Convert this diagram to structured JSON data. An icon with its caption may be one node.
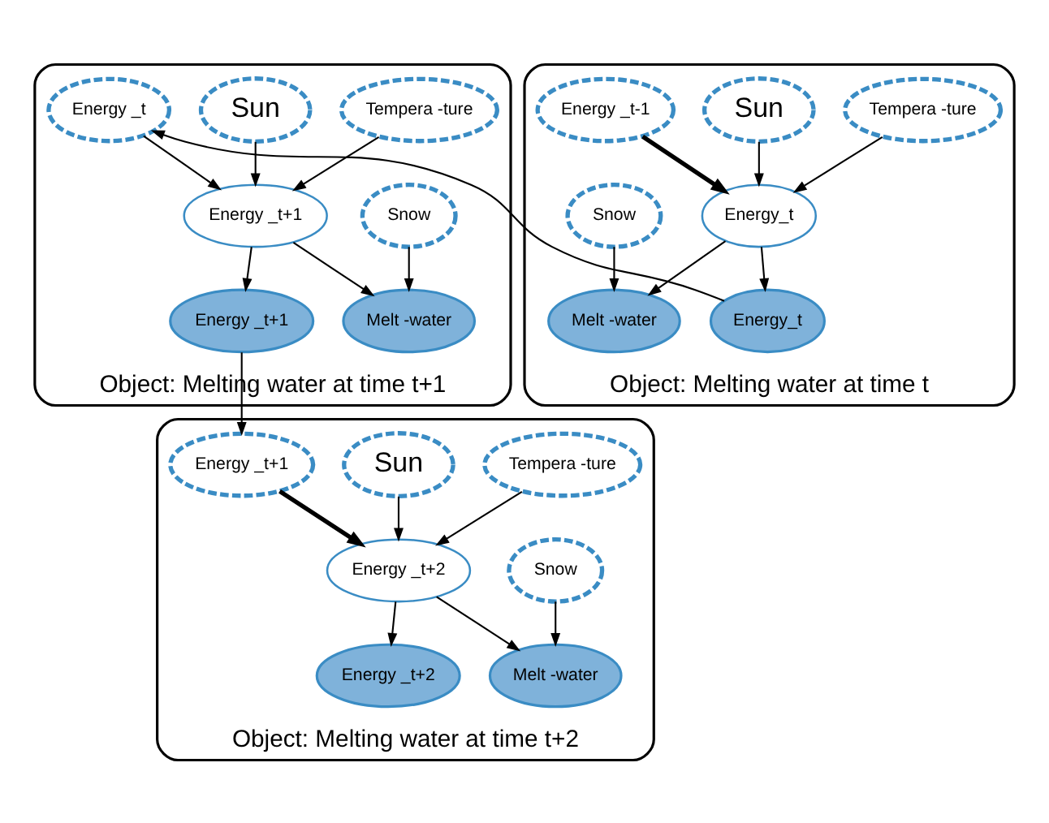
{
  "diagram": {
    "nodes": [
      {
        "text": [
          "Object: Melting water at time t+1"
        ]
      },
      {
        "text": [
          "Tempera -ture"
        ],
        "in": 0
      },
      {
        "text": [
          "Sun"
        ],
        "in": 0
      },
      {
        "text": [
          "Snow"
        ],
        "in": 0
      },
      {
        "text": [
          "Energy _t+1"
        ],
        "in": 0
      },
      {
        "text": [
          "Energy _t"
        ],
        "in": 0
      },
      {
        "text": [
          "Melt -water"
        ],
        "in": 0
      },
      {
        "text": [
          "Energy _t+1"
        ],
        "in": 0
      },
      {
        "text": [
          "Object: Melting water at time t"
        ]
      },
      {
        "text": [
          "Tempera -ture"
        ],
        "in": 8
      },
      {
        "text": [
          "Sun"
        ],
        "in": 8
      },
      {
        "text": [
          "Energy _t-1"
        ],
        "in": 8
      },
      {
        "text": [
          "Energy_t"
        ],
        "in": 8
      },
      {
        "text": [
          "Energy_t"
        ],
        "in": 8
      },
      {
        "text": [
          "Snow"
        ],
        "in": 8
      },
      {
        "text": [
          "Melt -water"
        ],
        "in": 8
      },
      {
        "text": [
          "Object: Melting water at time t+2"
        ]
      },
      {
        "text": [
          "Tempera -ture"
        ],
        "in": 16
      },
      {
        "text": [
          "Sun"
        ],
        "in": 16
      },
      {
        "text": [
          "Snow"
        ],
        "in": 16
      },
      {
        "text": [
          "Energy _t+1"
        ],
        "in": 16
      },
      {
        "text": [
          "Energy _t+2"
        ],
        "in": 16
      },
      {
        "text": [
          "Melt -water"
        ],
        "in": 16
      },
      {
        "text": [
          "Energy _t+2"
        ],
        "in": 16
      }
    ],
    "edges": [
      {
        "from": 1,
        "to": 4,
        "arrow": "to"
      },
      {
        "from": 2,
        "to": 4,
        "arrow": "to"
      },
      {
        "from": 3,
        "to": 6,
        "arrow": "to"
      },
      {
        "from": 4,
        "to": 6,
        "arrow": "to"
      },
      {
        "from": 4,
        "to": 7,
        "arrow": "to"
      },
      {
        "from": 5,
        "to": 4,
        "arrow": "to"
      },
      {
        "from": 9,
        "to": 12,
        "arrow": "to"
      },
      {
        "from": 10,
        "to": 12,
        "arrow": "to"
      },
      {
        "from": 11,
        "to": 12,
        "arrow": "to",
        "style": "thick"
      },
      {
        "from": 12,
        "to": 13,
        "arrow": "to"
      },
      {
        "from": 12,
        "to": 15,
        "arrow": "to"
      },
      {
        "from": 14,
        "to": 15,
        "arrow": "to"
      },
      {
        "from": 13,
        "to": 5,
        "arrow": "to"
      },
      {
        "from": 7,
        "to": 20,
        "arrow": "to"
      },
      {
        "from": 17,
        "to": 21,
        "arrow": "to"
      },
      {
        "from": 18,
        "to": 21,
        "arrow": "to"
      },
      {
        "from": 19,
        "to": 22,
        "arrow": "to"
      },
      {
        "from": 20,
        "to": 21,
        "arrow": "to",
        "style": "thick"
      },
      {
        "from": 21,
        "to": 22,
        "arrow": "to"
      },
      {
        "from": 21,
        "to": 23,
        "arrow": "to"
      }
    ]
  }
}
